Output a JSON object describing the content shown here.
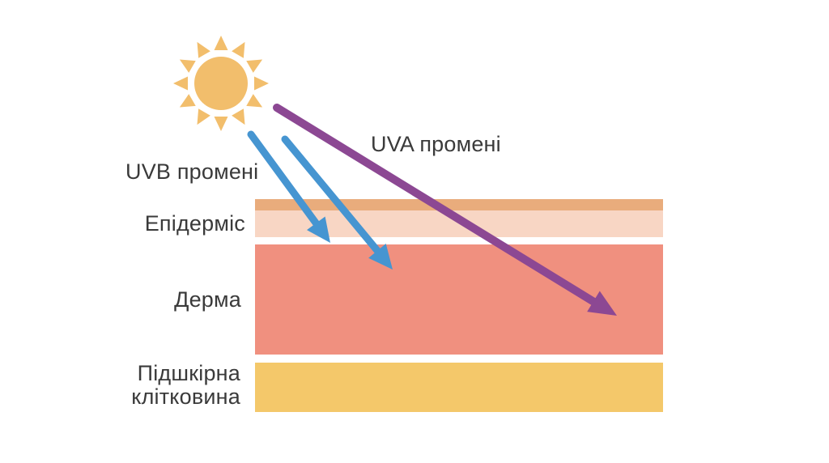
{
  "diagram": {
    "description": "UV rays penetrating skin layers (Ukrainian educational diagram)",
    "labels": {
      "uva_ray": "UVA промені",
      "uvb_ray": "UVB промені",
      "epidermis": "Епідерміс",
      "dermis": "Дерма",
      "subcutaneous": "Підшкірна клітковина"
    },
    "icons": {
      "sun": "sun-icon"
    },
    "colors": {
      "background": "#FFFFFF",
      "text": "#3A3A3A",
      "sun": "#F2BE6C",
      "uva-arrow": "#8C4893",
      "uvb-arrow": "#4695D1",
      "epidermis-top": "#E9AC7C",
      "epidermis-bottom": "#F8D6C4",
      "dermis": "#F0907F",
      "subcutaneous": "#F4C86A"
    }
  }
}
